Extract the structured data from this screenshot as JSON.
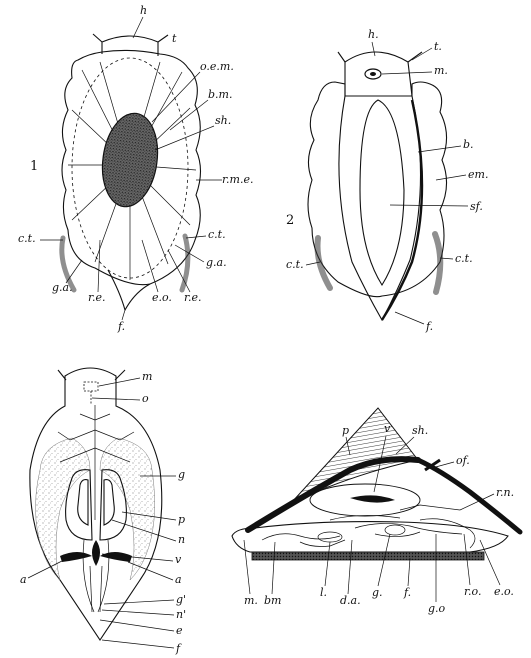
{
  "figures": {
    "fig1": {
      "number": "1",
      "labels": {
        "h": "h",
        "t": "t",
        "oem": "o.e.m.",
        "bm": "b.m.",
        "sh": "sh.",
        "rme": "r.m.e.",
        "ct_left": "c.t.",
        "ct_right": "c.t.",
        "ga_left": "g.a.",
        "ga_right": "g.a.",
        "re_left": "r.e.",
        "re_right": "r.e.",
        "eo": "e.o.",
        "f": "f."
      }
    },
    "fig2": {
      "number": "2",
      "labels": {
        "h": "h.",
        "t": "t.",
        "m": "m.",
        "b": "b.",
        "em": "em.",
        "sf": "sf.",
        "ct_left": "c.t.",
        "ct_right": "c.t.",
        "f": "f."
      }
    },
    "fig3": {
      "labels": {
        "m": "m",
        "o": "o",
        "g": "g",
        "p": "p",
        "n": "n",
        "v": "v",
        "a_left": "a",
        "a_right": "a",
        "g_prime": "g'",
        "n_prime": "n'",
        "e": "e",
        "f": "f"
      }
    },
    "fig4": {
      "labels": {
        "p": "p",
        "v": "v",
        "sh": "sh.",
        "of": "of.",
        "rn": "r.n.",
        "m": "m.",
        "bm": "bm",
        "l": "l.",
        "da": "d.a.",
        "g": "g.",
        "f": "f.",
        "go": "g.o",
        "ro": "r.o.",
        "eo": "e.o."
      }
    }
  },
  "colors": {
    "ink": "#111111",
    "paper": "#ffffff"
  }
}
